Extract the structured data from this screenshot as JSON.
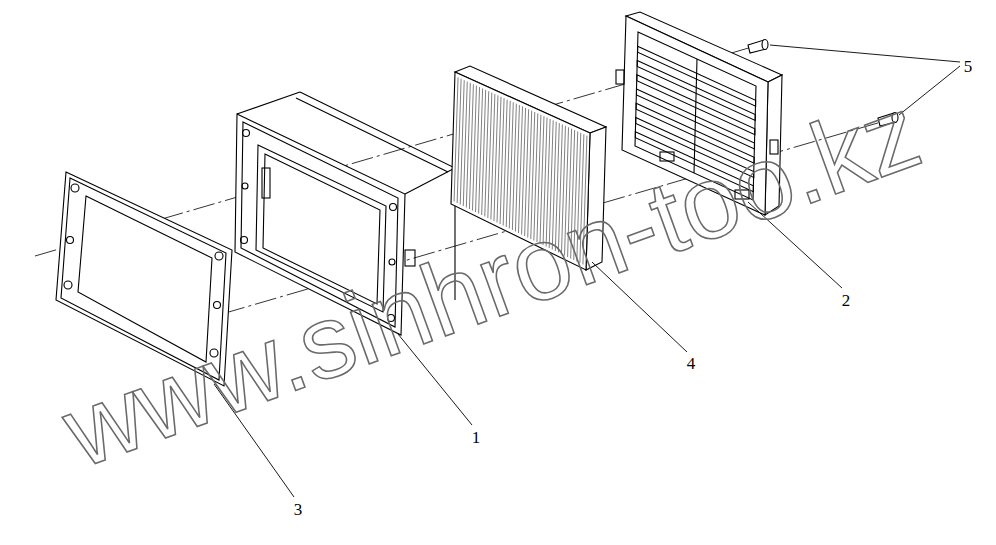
{
  "diagram": {
    "labels": [
      "5",
      "2",
      "4",
      "1",
      "3",
      "www.sinhron-too.kz"
    ]
  }
}
